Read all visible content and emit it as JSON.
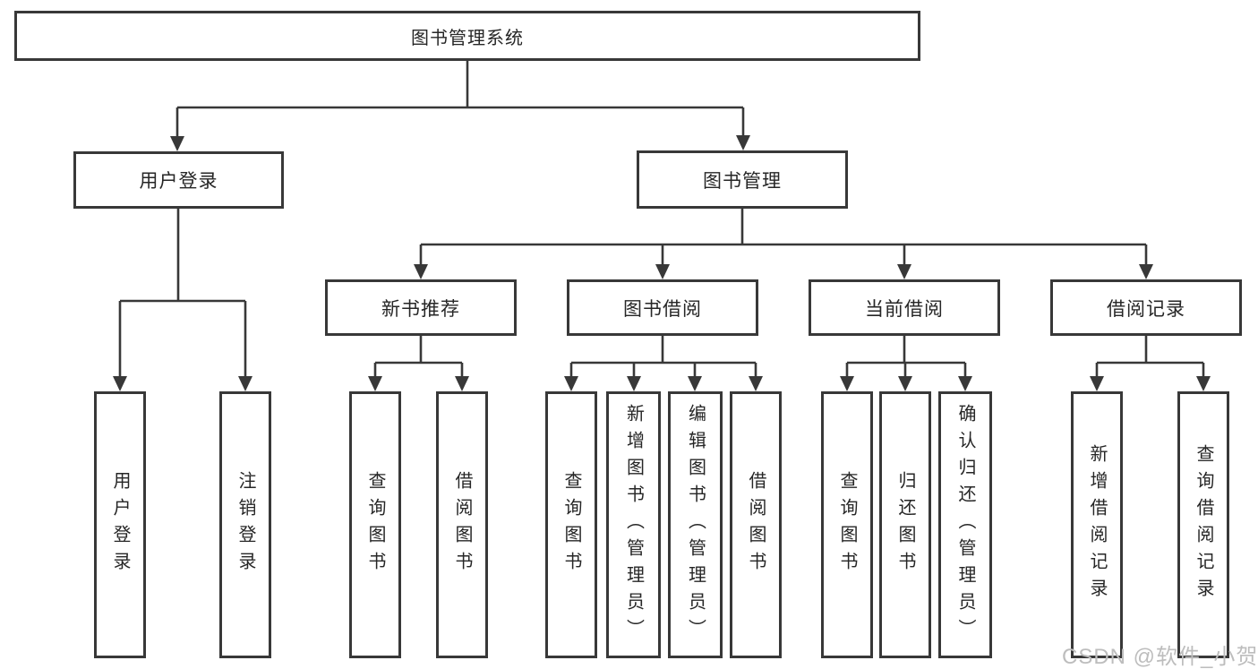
{
  "colors": {
    "line": "#383838",
    "border": "#383838",
    "text": "#262626",
    "watermark": "#bdbdbd",
    "background": "#ffffff"
  },
  "tree": {
    "root": {
      "label": "图书管理系统"
    },
    "level2": [
      {
        "label": "用户登录"
      },
      {
        "label": "图书管理"
      }
    ],
    "level3": [
      {
        "label": "新书推荐",
        "parent": "图书管理"
      },
      {
        "label": "图书借阅",
        "parent": "图书管理"
      },
      {
        "label": "当前借阅",
        "parent": "图书管理"
      },
      {
        "label": "借阅记录",
        "parent": "图书管理"
      }
    ],
    "leaves": [
      {
        "label": "用户登录",
        "parent": "用户登录"
      },
      {
        "label": "注销登录",
        "parent": "用户登录"
      },
      {
        "label": "查询图书",
        "parent": "新书推荐"
      },
      {
        "label": "借阅图书",
        "parent": "新书推荐"
      },
      {
        "label": "查询图书",
        "parent": "图书借阅"
      },
      {
        "label": "新增图书（管理员）",
        "parent": "图书借阅"
      },
      {
        "label": "编辑图书（管理员）",
        "parent": "图书借阅"
      },
      {
        "label": "借阅图书",
        "parent": "图书借阅"
      },
      {
        "label": "查询图书",
        "parent": "当前借阅"
      },
      {
        "label": "归还图书",
        "parent": "当前借阅"
      },
      {
        "label": "确认归还（管理员）",
        "parent": "当前借阅"
      },
      {
        "label": "新增借阅记录",
        "parent": "借阅记录"
      },
      {
        "label": "查询借阅记录",
        "parent": "借阅记录"
      }
    ]
  },
  "watermark": {
    "text": "CSDN @软件_小贺同学"
  }
}
